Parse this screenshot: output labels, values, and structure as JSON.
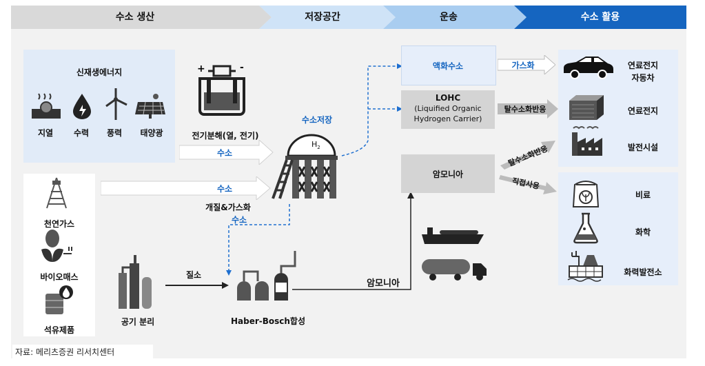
{
  "stages": [
    "수소 생산",
    "저장공간",
    "운송",
    "수소 활용"
  ],
  "production": {
    "renewable_title": "신재생에너지",
    "renewables": [
      "지열",
      "수력",
      "풍력",
      "태양광"
    ],
    "electrolysis": "전기분해(열, 전기)",
    "hydrogen_arrow_1": "수소",
    "hydrogen_arrow_2": "수소",
    "reforming": "개질&가스화",
    "hydrogen_down": "수소",
    "fossil": [
      "천연가스",
      "바이오매스",
      "석유제품"
    ],
    "air_separation": "공기 분리",
    "nitrogen": "질소",
    "haber_bosch": "Haber-Bosch합성"
  },
  "storage": {
    "title": "수소저장",
    "h2": "H",
    "h2_sub": "2"
  },
  "transport": {
    "liquefied": "액화수소",
    "lohc_title": "LOHC",
    "lohc_sub1": "(Liquified Organic",
    "lohc_sub2": "Hydrogen Carrier)",
    "ammonia_box": "암모니아",
    "ammonia_flow": "암모니아"
  },
  "arrows": {
    "gasify": "가스화",
    "dehydro1": "탈수소화반응",
    "dehydro2": "탈수소화반응",
    "direct": "직접사용"
  },
  "uses": {
    "fcv_1": "연료전지",
    "fcv_2": "자동차",
    "fuel_cell": "연료전지",
    "power_plant": "발전시설",
    "fertilizer": "비료",
    "chemistry": "화학",
    "thermal": "화력발전소"
  },
  "source": "자료: 메리츠증권 리서치센터",
  "colors": {
    "stage_gray": "#d9d9d9",
    "stage_light": "#cfe3f7",
    "stage_mid": "#a9cdf0",
    "stage_dark": "#1565c0",
    "accent": "#1565c0",
    "panel": "#e6eefa",
    "bg": "#f2f2f2"
  }
}
